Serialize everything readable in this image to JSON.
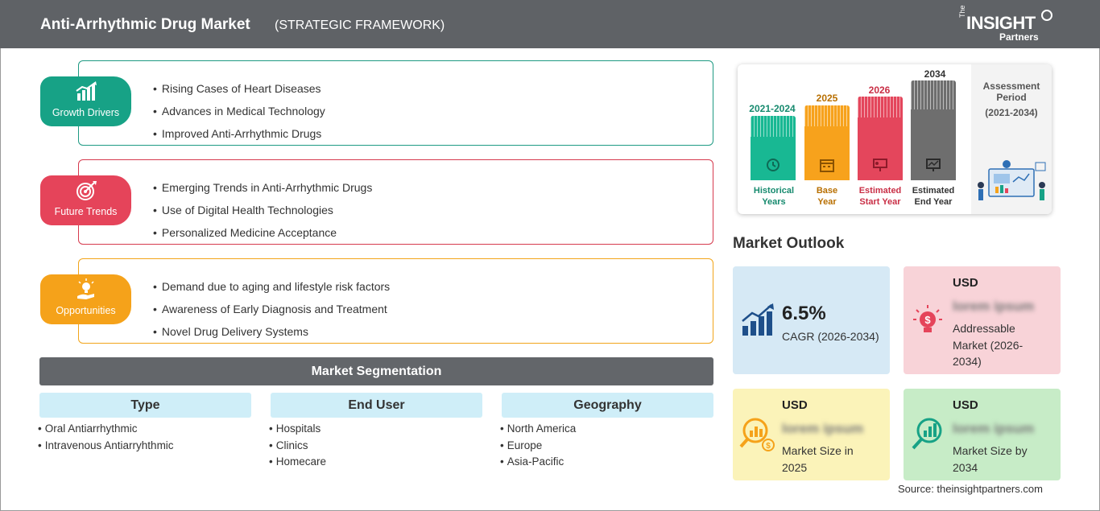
{
  "header": {
    "title": "Anti-Arrhythmic Drug Market",
    "subtitle": "(STRATEGIC FRAMEWORK)",
    "logo": {
      "the": "The",
      "insight": "INSIGHT",
      "partners": "Partners"
    }
  },
  "framework": {
    "growth": {
      "label": "Growth Drivers",
      "icon": "bar-chart-growth-icon",
      "color": "#17a286",
      "items": [
        "Rising Cases of Heart Diseases",
        "Advances in Medical Technology",
        "Improved Anti-Arrhythmic Drugs"
      ]
    },
    "future": {
      "label": "Future Trends",
      "icon": "target-icon",
      "color": "#e5445a",
      "items": [
        "Emerging Trends in Anti-Arrhythmic Drugs",
        "Use of Digital Health Technologies",
        "Personalized Medicine Acceptance"
      ]
    },
    "opps": {
      "label": "Opportunities",
      "icon": "lightbulb-hand-icon",
      "color": "#f5a21a",
      "items": [
        "Demand due to aging and lifestyle risk factors",
        "Awareness of Early Diagnosis and Treatment",
        "Novel Drug Delivery Systems"
      ]
    }
  },
  "segmentation": {
    "title": "Market Segmentation",
    "columns": [
      {
        "heading": "Type",
        "items": [
          "Oral Antiarrhythmic",
          "Intravenous Antiarryhthmic"
        ]
      },
      {
        "heading": "End User",
        "items": [
          "Hospitals",
          "Clinics",
          "Homecare"
        ]
      },
      {
        "heading": "Geography",
        "items": [
          "North America",
          "Europe",
          "Asia-Pacific"
        ]
      }
    ]
  },
  "timeline": {
    "periods": [
      {
        "year": "2021-2024",
        "label1": "Historical",
        "label2": "Years",
        "color": "#18b893",
        "yearColor": "#168a6e",
        "icon": "history-icon"
      },
      {
        "year": "2025",
        "label1": "Base",
        "label2": "Year",
        "color": "#f7a21c",
        "yearColor": "#b86f00",
        "icon": "calendar-icon"
      },
      {
        "year": "2026",
        "label1": "Estimated",
        "label2": "Start Year",
        "color": "#e4465c",
        "yearColor": "#c92f46",
        "icon": "presentation-icon"
      },
      {
        "year": "2034",
        "label1": "Estimated",
        "label2": "End Year",
        "color": "#6e6e6e",
        "yearColor": "#333333",
        "icon": "monitor-chart-icon"
      }
    ],
    "assessment": {
      "title1": "Assessment",
      "title2": "Period",
      "range": "(2021-2034)"
    }
  },
  "outlook": {
    "title": "Market Outlook",
    "cagr": {
      "value": "6.5%",
      "desc": "CAGR (2026-2034)"
    },
    "addressable": {
      "currency": "USD",
      "value": "lorem ipsum",
      "desc1": "Addressable",
      "desc2": "Market (2026-",
      "desc3": "2034)"
    },
    "size2025": {
      "currency": "USD",
      "value": "lorem ipsum",
      "desc1": "Market Size in",
      "desc2": "2025"
    },
    "sizeBy": {
      "currency": "USD",
      "value": "lorem ipsum",
      "desc1": "Market Size by",
      "desc2": "2034"
    }
  },
  "source": "Source: theinsightpartners.com"
}
